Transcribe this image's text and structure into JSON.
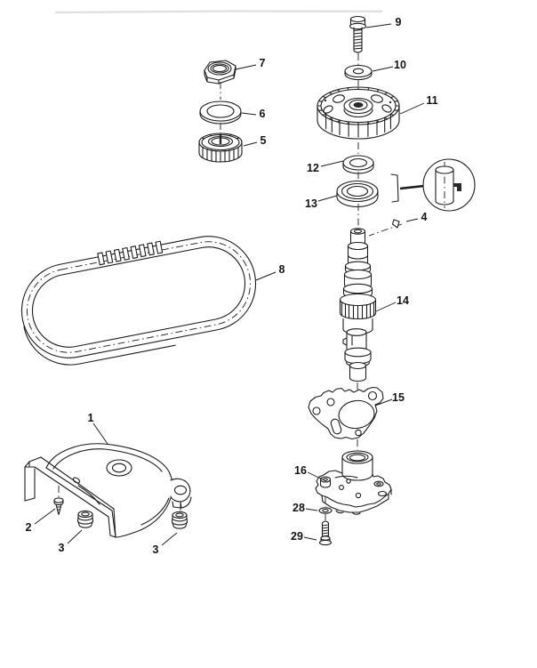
{
  "figure": {
    "kind": "exploded-parts-diagram",
    "subject": "timing belt, camshaft sprocket, camshaft, oil pump and belt cover",
    "background": "#ffffff",
    "line_color": "#1c1c1c",
    "callout_color": "#131313"
  },
  "callouts": [
    {
      "label": "1",
      "part": "timing-belt-cover"
    },
    {
      "label": "2",
      "part": "cover-screw"
    },
    {
      "label": "3",
      "part": "grommet-left"
    },
    {
      "label": "3",
      "part": "grommet-right"
    },
    {
      "label": "4",
      "part": "dowel-pin"
    },
    {
      "label": "5",
      "part": "crankshaft-sprocket"
    },
    {
      "label": "6",
      "part": "washer"
    },
    {
      "label": "7",
      "part": "nut"
    },
    {
      "label": "8",
      "part": "timing-belt"
    },
    {
      "label": "9",
      "part": "sprocket-bolt"
    },
    {
      "label": "10",
      "part": "washer"
    },
    {
      "label": "11",
      "part": "camshaft-sprocket"
    },
    {
      "label": "12",
      "part": "thrust-washer"
    },
    {
      "label": "13",
      "part": "oil-seal"
    },
    {
      "label": "14",
      "part": "camshaft"
    },
    {
      "label": "15",
      "part": "gasket"
    },
    {
      "label": "16",
      "part": "oil-pump"
    },
    {
      "label": "28",
      "part": "washer"
    },
    {
      "label": "29",
      "part": "pump-bolt"
    }
  ]
}
